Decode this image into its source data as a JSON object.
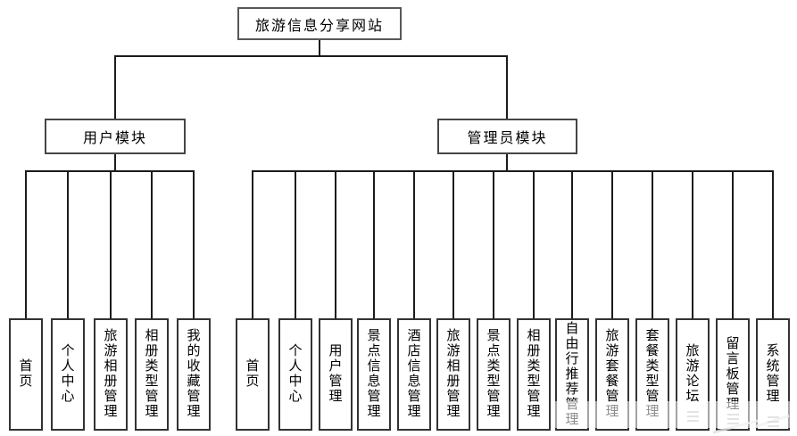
{
  "diagram": {
    "root": {
      "label": "旅游信息分享网站"
    },
    "branches": [
      {
        "label": "用户模块",
        "children": [
          "首页",
          "个人中心",
          "旅游相册管理",
          "相册类型管理",
          "我的收藏管理"
        ]
      },
      {
        "label": "管理员模块",
        "children": [
          "首页",
          "个人中心",
          "用户管理",
          "景点信息管理",
          "酒店信息管理",
          "旅游相册管理",
          "景点类型管理",
          "相册类型管理",
          "自由行推荐管理",
          "旅游套餐管理",
          "套餐类型管理",
          "旅游论坛",
          "留言板管理",
          "系统管理"
        ]
      }
    ],
    "colors": {
      "line": "#1b1b1b",
      "box_border": "#3d3d3d",
      "background": "#ffffff",
      "text": "#000000"
    }
  }
}
